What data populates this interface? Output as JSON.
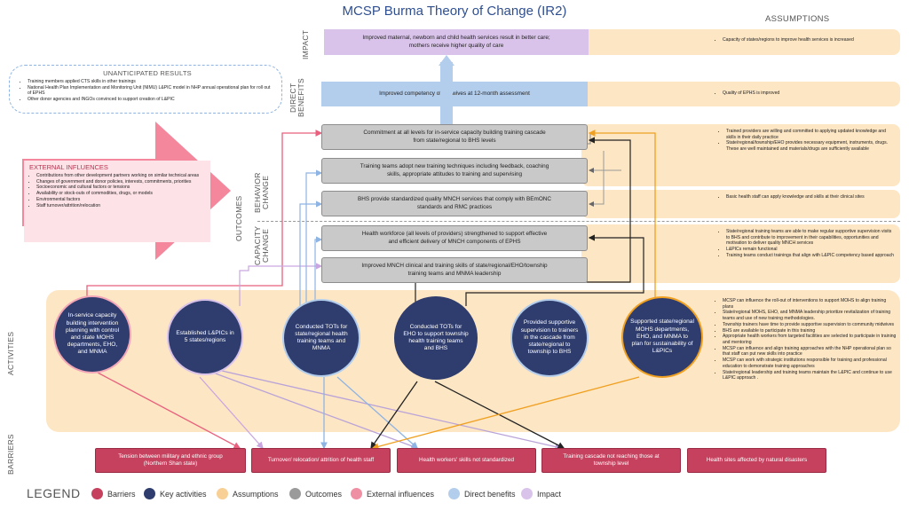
{
  "title": "MCSP Burma Theory of Change (IR2)",
  "assumptions_header": "ASSUMPTIONS",
  "levels": {
    "impact": "IMPACT",
    "direct_benefits": "DIRECT\nBENEFITS",
    "outcomes": "OUTCOMES",
    "behavior_change": "BEHAVIOR\nCHANGE",
    "capacity_change": "CAPACITY\nCHANGE",
    "activities": "ACTIVITIES",
    "barriers": "BARRIERS"
  },
  "impact_text": "Improved maternal, newborn and child health services result in better care;\nmothers receive higher quality of care",
  "direct_benefit_text": "Improved competency of midwives at 12-month assessment",
  "outcomes": [
    "Commitment at all levels for in-service capacity building training cascade\nfrom state/regional to BHS levels",
    "Training teams adopt new training techniques including feedback, coaching\nskills, appropriate attitudes to training and supervising",
    "BHS provide standardized quality MNCH services that comply with BEmONC\nstandards and RMC practices",
    "Health workforce (all levels of providers) strengthened to support effective\nand efficient delivery of MNCH components of EPHS",
    "Improved MNCH clinical and training skills of state/regional/EHO/township\ntraining teams and MNMA leadership"
  ],
  "unanticipated": {
    "title": "UNANTICIPATED RESULTS",
    "items": [
      "Training members applied CTS skills in other trainings",
      "National Health Plan Implementation and Monitoring Unit (NIMU) L&PIC model in NHP annual operational plan for roll out of EPHS",
      "Other donor agencies and INGOs convinced to support creation of L&PIC"
    ]
  },
  "external": {
    "title": "EXTERNAL INFLUENCES",
    "items": [
      "Contributions from other development partners working on similar technical areas",
      "Changes of government and donor policies, interests, commitments, priorities",
      "Socioeconomic and cultural factors or tensions",
      "Availability or stock-outs of commodities, drugs, or models",
      "Environmental factors",
      "Staff turnover/attrition/relocation"
    ]
  },
  "assumptions": {
    "impact": [
      "Capacity of states/regions to improve health services is increased"
    ],
    "direct": [
      "Quality of EPHS is improved"
    ],
    "behavior_top": [
      "Trained providers are willing and committed to applying updated knowledge and skills in their daily practice",
      "State/regional/township/EHO provides necessary equipment, instruments, drugs. These are well maintained  and materials/drugs are sufficiently available"
    ],
    "behavior_bottom": [
      "Basic health staff can apply knowledge and skills at their clinical sites"
    ],
    "capacity": [
      "State/regional training teams are able to make regular supportive supervision visits to BHS and contribute to improvement in their capabilities, opportunities and motivation to deliver quality MNCH services",
      "L&PICs remain functional",
      "Training teams conduct trainings that align with L&PIC competency based approach"
    ],
    "activities": [
      "MCSP can influence the roll-out of interventions to support MOHS to align training plans",
      "State/regional MOHS, EHO, and MNMA leadership prioritize revitalization of training teams and use of new training methodologies.",
      "Township trainers have time to provide supportive supervision to community midwives",
      "BHS are available to participate in this training",
      "Appropriate health workers from targeted facilities are selected to participate in training and mentoring",
      "MCSP can influence and align training approaches with the NHP operational plan so that staff can put new skills into practice",
      "MCSP can work with strategic institutions responsible for training and professional education to demonstrate training approaches",
      "State/regional leadership and training teams maintain the L&PIC and continue to use L&PIC approach ."
    ]
  },
  "activities": [
    "In-service capacity building intervention planning with control and state MOHS departments, EHO, and MNMA",
    "Established L&PICs in 5 states/regions",
    "Conducted TOTs for state/regional health training teams and MNMA",
    "Conducted TOTs for EHO to support township health training teams and BHS",
    "Provided supportive supervision to trainers in the cascade from state/regional to township to BHS",
    "Supported state/regional MOHS departments, EHO, and MNMA to plan for sustainability of L&PICs"
  ],
  "barriers": [
    "Tension between military and ethnic group\n(Northern Shan state)",
    "Turnover/ relocation/ attrition of health staff",
    "Health workers' skills not standardized",
    "Training cascade not reaching those at\ntownship level",
    "Health sites affected by natural disasters"
  ],
  "legend": {
    "title": "LEGEND",
    "items": [
      {
        "label": "Barriers",
        "color": "#c5415e"
      },
      {
        "label": "Key activities",
        "color": "#2f3d6e"
      },
      {
        "label": "Assumptions",
        "color": "#f8cf95"
      },
      {
        "label": "Outcomes",
        "color": "#9a9a9a"
      },
      {
        "label": "External influences",
        "color": "#ef8fa3"
      },
      {
        "label": "Direct benefits",
        "color": "#b3cdec"
      },
      {
        "label": "Impact",
        "color": "#d9c3ea"
      }
    ]
  },
  "colors": {
    "impact": "#d9c3ea",
    "direct": "#b3cdec",
    "assumption": "#fde6c4",
    "activity": "#2f3d6e",
    "barrier": "#c5415e",
    "external": "#f4879c",
    "outcome": "#c9c9c9"
  }
}
